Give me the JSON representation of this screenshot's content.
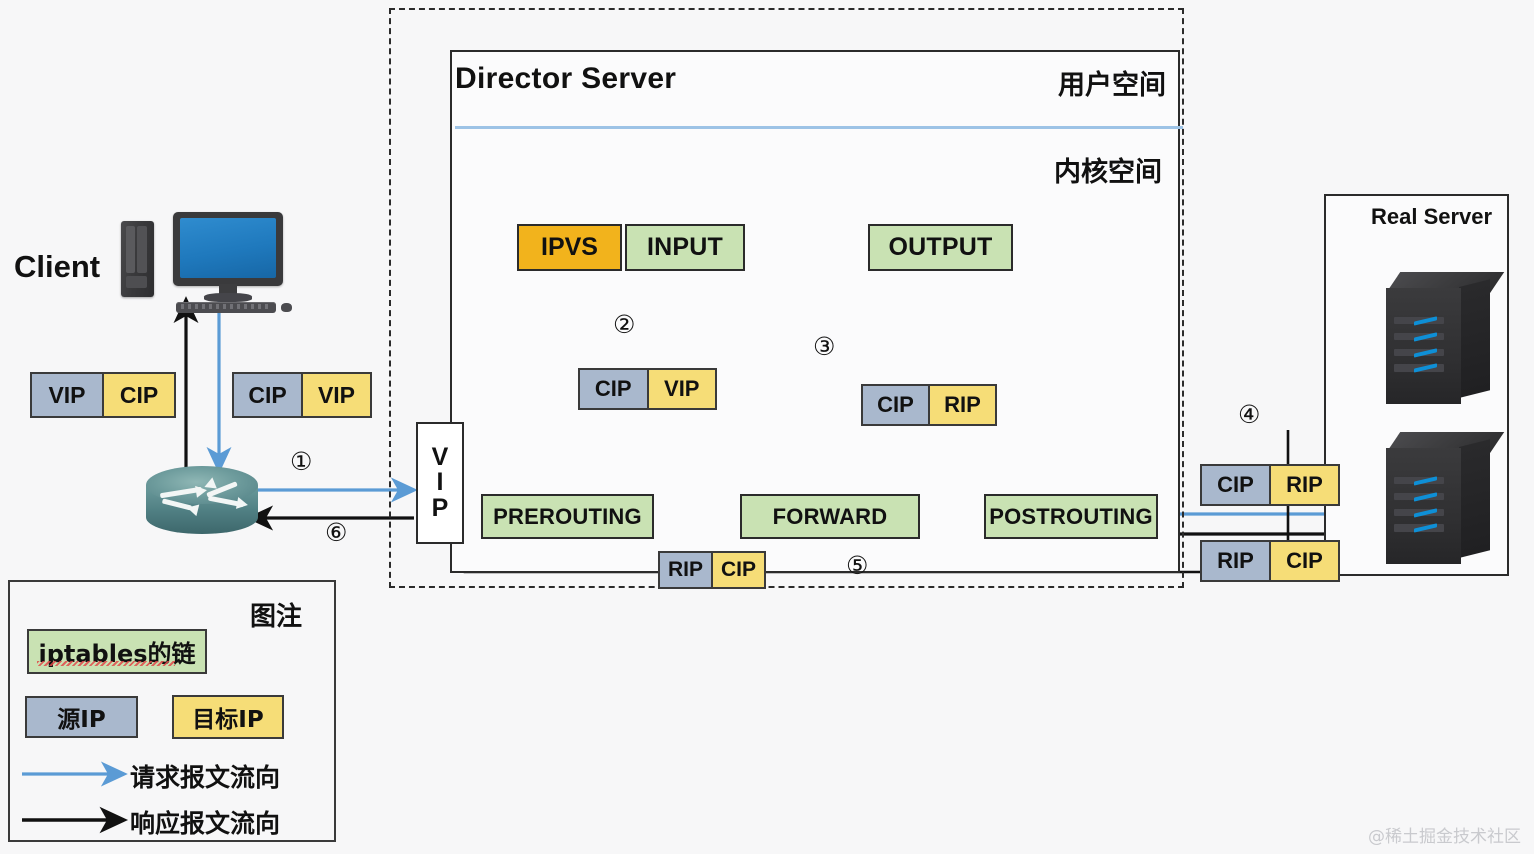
{
  "diagram": {
    "title_client": "Client",
    "title_director": "Director Server",
    "title_real_server": "Real Server",
    "label_user_space": "用户空间",
    "label_kernel_space": "内核空间",
    "vip_interface": {
      "l1": "V",
      "l2": "I",
      "l3": "P"
    }
  },
  "chains": {
    "ipvs": "IPVS",
    "input": "INPUT",
    "output": "OUTPUT",
    "prerouting": "PREROUTING",
    "forward": "FORWARD",
    "postrouting": "POSTROUTING"
  },
  "packets": [
    {
      "name": "client-response-packet",
      "src": "VIP",
      "dst": "CIP"
    },
    {
      "name": "client-request-packet",
      "src": "CIP",
      "dst": "VIP"
    },
    {
      "name": "prerouting-to-input-packet",
      "src": "CIP",
      "dst": "VIP"
    },
    {
      "name": "input-to-postrouting-packet",
      "src": "CIP",
      "dst": "RIP"
    },
    {
      "name": "postrouting-to-realserver-packet",
      "src": "CIP",
      "dst": "RIP"
    },
    {
      "name": "realserver-response-packet",
      "src": "RIP",
      "dst": "CIP"
    },
    {
      "name": "return-path-packet",
      "src": "RIP",
      "dst": "CIP"
    }
  ],
  "steps": {
    "s1": "①",
    "s2": "②",
    "s3": "③",
    "s4": "④",
    "s5": "⑤",
    "s6": "⑥"
  },
  "legend": {
    "title": "图注",
    "chain_label": "iptables的链",
    "src_ip_label": "源IP",
    "dst_ip_label": "目标IP",
    "request_flow_label": "请求报文流向",
    "response_flow_label": "响应报文流向"
  },
  "watermark": "@稀土掘金技术社区",
  "colors": {
    "chain_fill": "#c9e2b3",
    "ipvs_fill": "#f2b31c",
    "src_ip_fill": "#a9b8cd",
    "dst_ip_fill": "#f6dd77",
    "request_arrow": "#5b9bd5",
    "response_arrow": "#111111",
    "background": "#f7f7f8"
  }
}
